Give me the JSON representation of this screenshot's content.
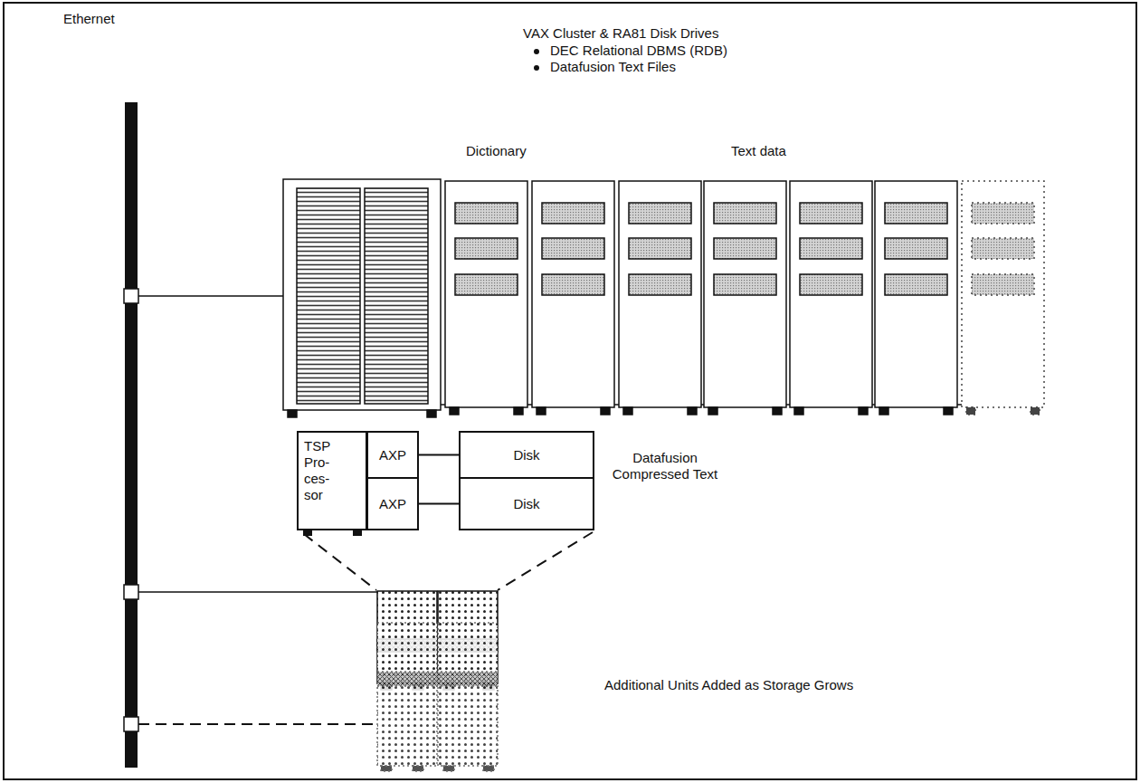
{
  "diagram": {
    "nodes": [
      {
        "text": [
          "TSP Pro- ces- sor"
        ]
      },
      {
        "text": [
          "AXP"
        ]
      },
      {
        "text": [
          "AXP"
        ]
      },
      {
        "text": [
          "Disk"
        ]
      },
      {
        "text": [
          "Disk"
        ]
      }
    ],
    "edges": [
      {
        "from": 1,
        "to": 3,
        "arrow": "none"
      },
      {
        "from": 2,
        "to": 4,
        "arrow": "none"
      }
    ],
    "labels": [
      "Ethernet",
      "VAX Cluster & RA81 Disk Drives",
      "DEC Relational DBMS (RDB)",
      "Datafusion Text Files",
      "Dictionary",
      "Text data",
      "Datafusion Compressed Text",
      "Additional Units Added as Storage Grows"
    ]
  }
}
